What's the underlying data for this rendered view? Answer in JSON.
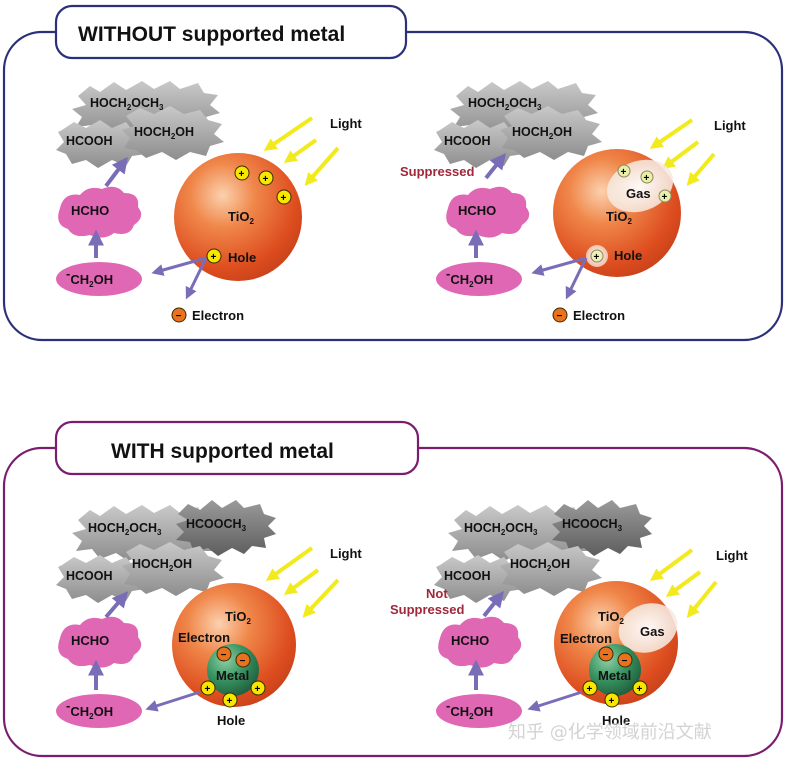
{
  "panels": [
    {
      "title": "WITHOUT supported metal",
      "border_color": "#2c2f7a",
      "scenes": [
        {
          "id": "top-left",
          "clouds": [
            "HOCH2OCH3",
            "HCOOH",
            "HOCH2OH"
          ],
          "light": "Light",
          "sphere": "TiO2",
          "hole": "Hole",
          "electron": "Electron",
          "hcho": "HCHO",
          "ch2oh": "CH2OH"
        },
        {
          "id": "top-right",
          "clouds": [
            "HOCH2OCH3",
            "HCOOH",
            "HOCH2OH"
          ],
          "light": "Light",
          "sphere": "TiO2",
          "gas": "Gas",
          "hole": "Hole",
          "electron": "Electron",
          "hcho": "HCHO",
          "ch2oh": "CH2OH",
          "note": "Suppressed"
        }
      ]
    },
    {
      "title": "WITH supported metal",
      "border_color": "#7b1d6e",
      "scenes": [
        {
          "id": "bottom-left",
          "clouds": [
            "HOCH2OCH3",
            "HCOOCH3",
            "HCOOH",
            "HOCH2OH"
          ],
          "light": "Light",
          "sphere": "TiO2",
          "electron": "Electron",
          "metal": "Metal",
          "hole": "Hole",
          "hcho": "HCHO",
          "ch2oh": "CH2OH"
        },
        {
          "id": "bottom-right",
          "clouds": [
            "HOCH2OCH3",
            "HCOOCH3",
            "HCOOH",
            "HOCH2OH"
          ],
          "light": "Light",
          "sphere": "TiO2",
          "gas": "Gas",
          "electron": "Electron",
          "metal": "Metal",
          "hole": "Hole",
          "hcho": "HCHO",
          "ch2oh": "CH2OH",
          "note_line1": "Not",
          "note_line2": "Suppressed"
        }
      ]
    }
  ],
  "watermark": "知乎 @化学领域前沿文献",
  "colors": {
    "arrow": "#7a6db8",
    "light_arrow": "#f2ea1c",
    "sphere": "#e35a26",
    "pill": "#e067b4",
    "cloud": "#a9a9a9",
    "hole_sign": "#f6e600",
    "electron_sign": "#e9721f",
    "metal": "#2f7d52",
    "note": "#a0283a"
  },
  "icons": {
    "hole": "plus-circle-icon",
    "electron": "minus-circle-icon",
    "light": "light-arrow-icon",
    "reaction": "reaction-arrow-icon"
  }
}
